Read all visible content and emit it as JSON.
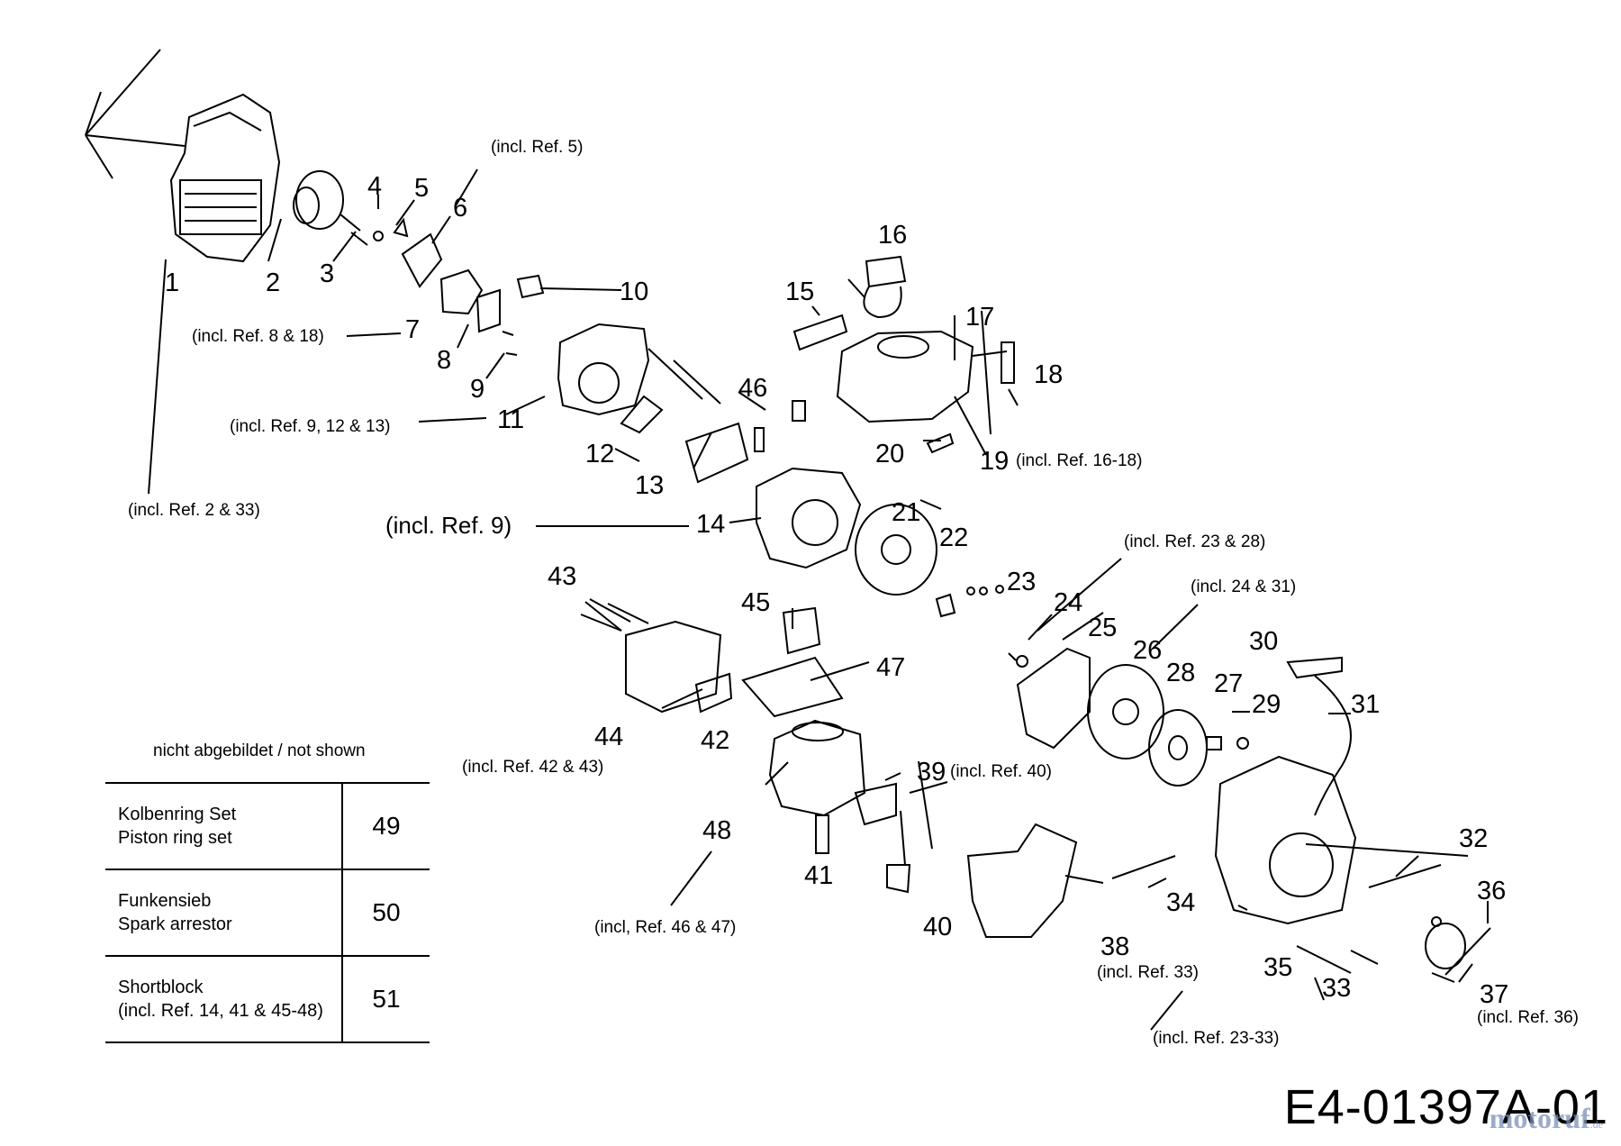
{
  "document_id": "E4-01397A-01",
  "watermark": {
    "name": "motoruf",
    "tld": ".de"
  },
  "labels": {
    "n1": "1",
    "n2": "2",
    "n3": "3",
    "n4": "4",
    "n5": "5",
    "n6": "6",
    "n7": "7",
    "n8": "8",
    "n9": "9",
    "n10": "10",
    "n11": "11",
    "n12": "12",
    "n13": "13",
    "n14": "14",
    "n15": "15",
    "n16": "16",
    "n17": "17",
    "n18": "18",
    "n19": "19",
    "n20": "20",
    "n21": "21",
    "n22": "22",
    "n23": "23",
    "n24": "24",
    "n25": "25",
    "n26": "26",
    "n27": "27",
    "n28": "28",
    "n29": "29",
    "n30": "30",
    "n31": "31",
    "n32": "32",
    "n33": "33",
    "n34": "34",
    "n35": "35",
    "n36": "36",
    "n37": "37",
    "n38": "38",
    "n39": "39",
    "n40": "40",
    "n41": "41",
    "n42": "42",
    "n43": "43",
    "n44": "44",
    "n45": "45",
    "n46": "46",
    "n47": "47",
    "n48": "48"
  },
  "notes": {
    "ref5": "(incl. Ref. 5)",
    "ref8_18": "(incl. Ref. 8 & 18)",
    "ref9_12_13": "(incl. Ref. 9, 12 & 13)",
    "ref2_33": "(incl. Ref. 2 & 33)",
    "ref9": "(incl. Ref. 9)",
    "ref16_18": "(incl. Ref. 16-18)",
    "ref23_28": "(incl. Ref. 23 & 28)",
    "ref24_31": "(incl. 24 & 31)",
    "ref42_43": "(incl. Ref. 42 & 43)",
    "ref40": "(incl. Ref. 40)",
    "ref46_47": "(incl, Ref. 46 & 47)",
    "ref33": "(incl. Ref. 33)",
    "ref23_33": "(incl. Ref. 23-33)",
    "ref36": "(incl. Ref. 36)"
  },
  "not_shown": {
    "title": "nicht abgebildet / not shown",
    "rows": [
      {
        "de": "Kolbenring Set",
        "en": "Piston ring set",
        "ref": "49"
      },
      {
        "de": "Funkensieb",
        "en": "Spark arrestor",
        "ref": "50"
      },
      {
        "de": "Shortblock",
        "en": "(incl. Ref. 14, 41 & 45-48)",
        "ref": "51"
      }
    ]
  }
}
